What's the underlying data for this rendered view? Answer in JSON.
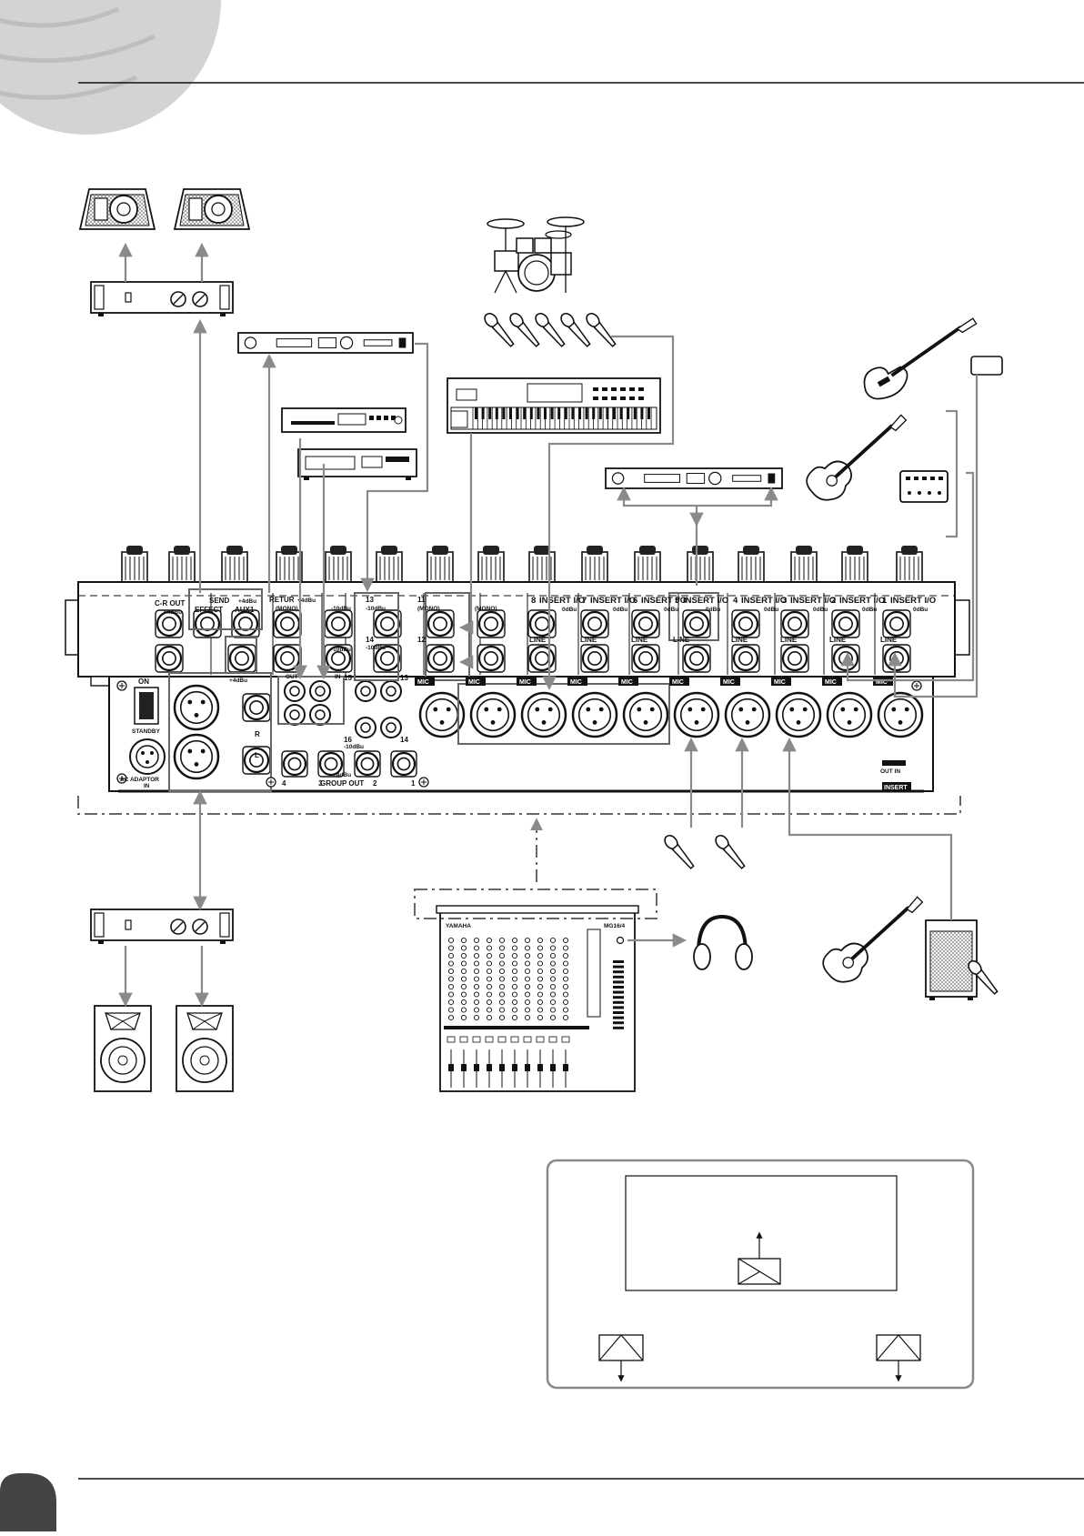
{
  "colors": {
    "ink": "#111111",
    "wire": "#8a8a8a",
    "panel": "#ffffff",
    "decor": "#c9c9c9"
  },
  "icons": [
    "floor-monitor-icon",
    "power-amplifier-icon",
    "effect-processor-icon",
    "cd-player-icon",
    "cassette-deck-icon",
    "drum-kit-icon",
    "microphone-icon",
    "synthesizer-keyboard-icon",
    "electric-guitar-icon",
    "acoustic-guitar-icon",
    "guitar-effects-pedal-icon",
    "headphones-icon",
    "guitar-amplifier-icon",
    "pa-speaker-icon",
    "mixer-top-view-icon"
  ],
  "rear_panel": {
    "cr_out": "C-R OUT",
    "cr_out_level": "+4dBu",
    "send": "SEND",
    "send_level": "+4dBu",
    "effect": "EFFECT",
    "aux1": "AUX1",
    "return": "RETUR",
    "return_level": "+4dBu",
    "return_mono": "(MONO)",
    "level_minus10": "-10dBu",
    "rec_out": "OUT",
    "two_tr_in": "IN",
    "ch13": "13",
    "ch14": "14",
    "ch15": "15",
    "ch16": "16",
    "ch11": "11",
    "ch12": "12",
    "mono": "(MONO)",
    "insert_io": "INSERT I/O",
    "insert_level": "0dBu",
    "line": "LINE",
    "mic": "MIC",
    "ch_numbers": [
      "8",
      "7",
      "6",
      "5",
      "4",
      "3",
      "2",
      "1"
    ],
    "group_out": "GROUP OUT",
    "group_level": "+4dBu",
    "group_numbers": [
      "4",
      "3",
      "2",
      "1"
    ],
    "on": "ON",
    "standby": "STANDBY",
    "ac_adaptor": "AC ADAPTOR",
    "in": "IN",
    "stereo_out_level": "+4dBu",
    "insert_badge": "INSERT",
    "out_in_label": "OUT IN",
    "l": "L",
    "r": "R"
  },
  "mixer_top": {
    "brand": "YAMAHA",
    "model": "MG16/4"
  }
}
